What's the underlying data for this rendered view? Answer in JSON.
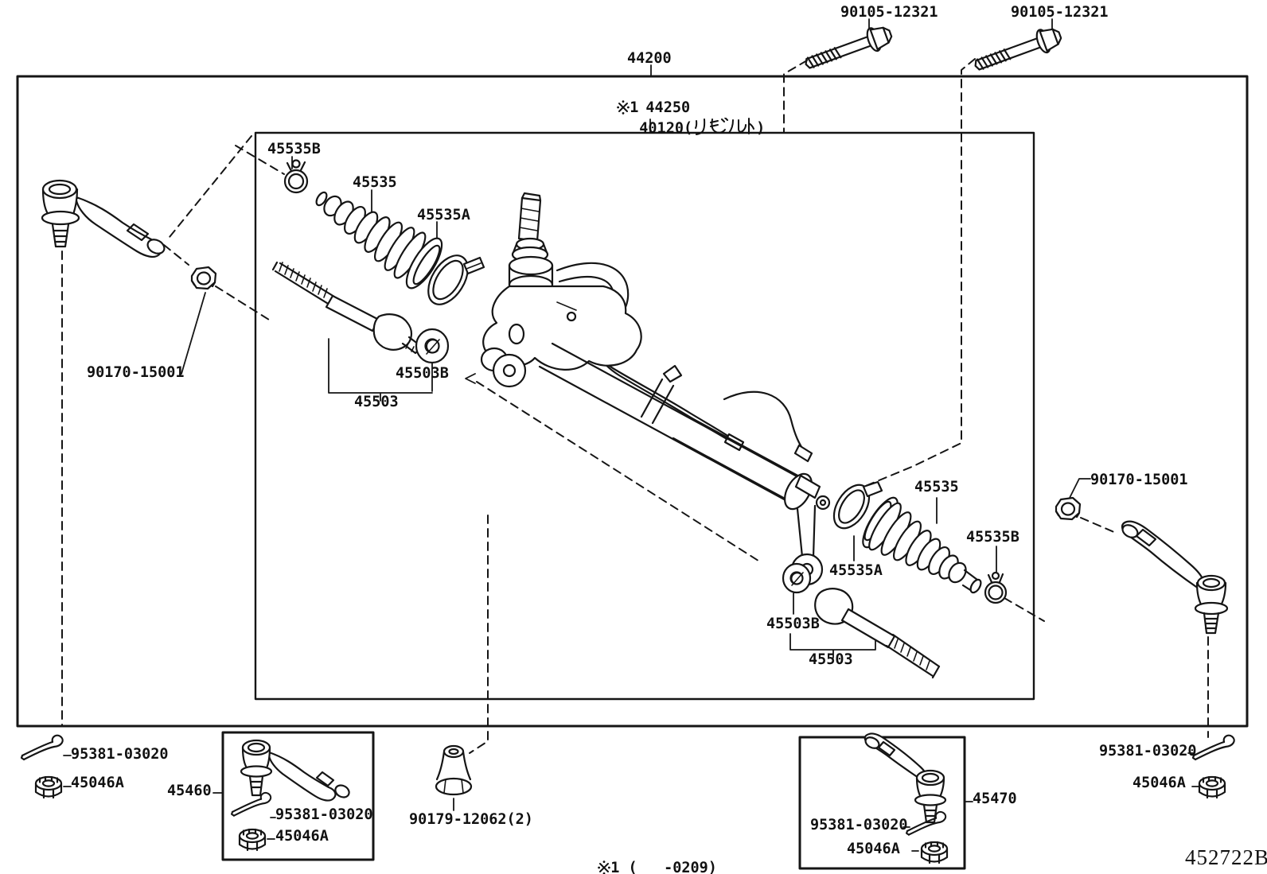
{
  "page": {
    "background": "#ffffff",
    "line_color": "#151515"
  },
  "diagram_code": "452722B",
  "ref_mark": {
    "symbol": "※",
    "digit": "1",
    "full": "※1"
  },
  "footnote": {
    "full": "※1 (   -0209)",
    "text_after_mark": " (   -0209)"
  },
  "callouts": {
    "bolt": "90105-12321",
    "gear_assy": "44200",
    "gear_sub_assy": "44250",
    "reman_prefix": "40120(",
    "reman_kana": "リビルト",
    "reman_suffix": ")",
    "reman_full": "40120(リビルト)",
    "boot": "45535",
    "clamp": "45535A",
    "clip": "45535B",
    "rack_end": "45503",
    "claw_washer": "45503B",
    "nut": "90170-15001",
    "cotter_pin": "95381-03020",
    "castle_nut": "45046A",
    "tie_rod_end_lh": "45460",
    "tie_rod_end_rh": "45470",
    "column_hole_nut": "90179-12062(2)"
  }
}
